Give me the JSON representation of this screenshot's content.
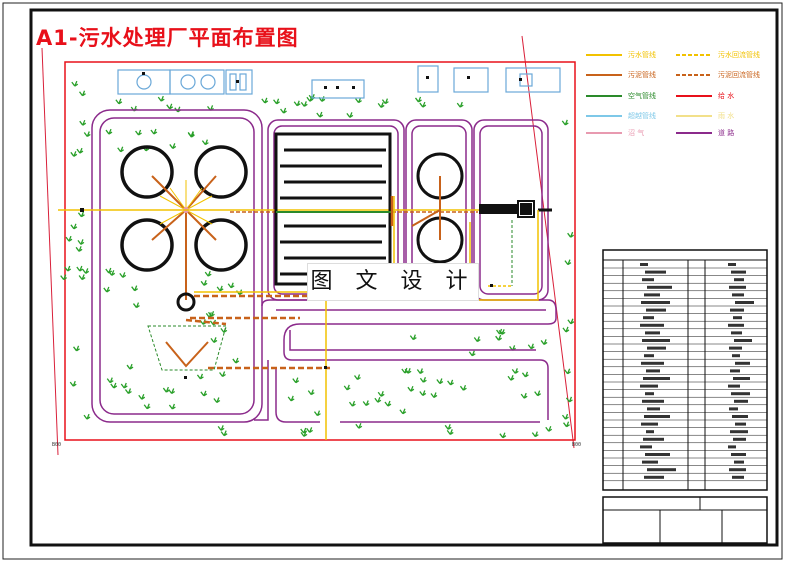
{
  "title": "A1-污水处理厂平面布置图",
  "watermark": "图 文 设 计",
  "legend": [
    {
      "label": "污水管线",
      "color": "#f2c200",
      "style": "solid"
    },
    {
      "label": "污水回流管线",
      "color": "#f2c200",
      "style": "dashed"
    },
    {
      "label": "污泥管线",
      "color": "#c8621a",
      "style": "solid"
    },
    {
      "label": "污泥回流管线",
      "color": "#c8621a",
      "style": "dashed"
    },
    {
      "label": "空气管线",
      "color": "#2a8a2a",
      "style": "solid"
    },
    {
      "label": "给 水",
      "color": "#e8101a",
      "style": "solid"
    },
    {
      "label": "超越管线",
      "color": "#7ec8e8",
      "style": "solid"
    },
    {
      "label": "雨 水",
      "color": "#f2e08a",
      "style": "solid"
    },
    {
      "label": "沼 气",
      "color": "#e89ab0",
      "style": "solid"
    },
    {
      "label": "道 路",
      "color": "#8b2a8b",
      "style": "solid"
    }
  ],
  "colors": {
    "frame": "#111111",
    "site_boundary": "#e8101a",
    "road": "#8b2a8b",
    "sewage": "#f2c200",
    "sludge": "#c8621a",
    "tree": "#2aa02a",
    "structure": "#6aa8d8"
  },
  "icons": {
    "tree": "tree-icon"
  }
}
